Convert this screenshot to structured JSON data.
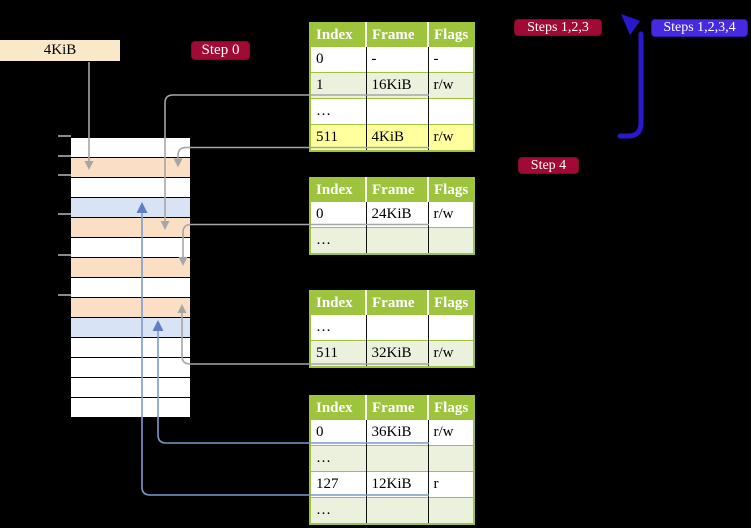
{
  "labels": {
    "frame_size": "4KiB"
  },
  "badges": {
    "step0": "Step 0",
    "steps123": "Steps 1,2,3",
    "steps1234": "Steps 1,2,3,4",
    "step4": "Step 4"
  },
  "tables": [
    {
      "headers": [
        "Index",
        "Frame",
        "Flags"
      ],
      "rows": [
        {
          "index": "0",
          "frame": "-",
          "flags": "-"
        },
        {
          "index": "1",
          "frame": "16KiB",
          "flags": "r/w"
        },
        {
          "index": "…",
          "frame": "",
          "flags": ""
        },
        {
          "index": "511",
          "frame": "4KiB",
          "flags": "r/w"
        }
      ]
    },
    {
      "headers": [
        "Index",
        "Frame",
        "Flags"
      ],
      "rows": [
        {
          "index": "0",
          "frame": "24KiB",
          "flags": "r/w"
        },
        {
          "index": "…",
          "frame": "",
          "flags": ""
        }
      ]
    },
    {
      "headers": [
        "Index",
        "Frame",
        "Flags"
      ],
      "rows": [
        {
          "index": "…",
          "frame": "",
          "flags": ""
        },
        {
          "index": "511",
          "frame": "32KiB",
          "flags": "r/w"
        }
      ]
    },
    {
      "headers": [
        "Index",
        "Frame",
        "Flags"
      ],
      "rows": [
        {
          "index": "0",
          "frame": "36KiB",
          "flags": "r/w"
        },
        {
          "index": "…",
          "frame": "",
          "flags": ""
        },
        {
          "index": "127",
          "frame": "12KiB",
          "flags": "r"
        },
        {
          "index": "…",
          "frame": "",
          "flags": ""
        }
      ]
    }
  ],
  "memory": {
    "rows": [
      "free",
      "page-table",
      "free",
      "mapped-page",
      "page-table",
      "free",
      "page-table",
      "free",
      "page-table",
      "mapped-page",
      "free",
      "free",
      "free",
      "free"
    ]
  },
  "colors": {
    "background": "#000000",
    "table_green": "#9EC43D",
    "table_row_alt": "#ECF1DE",
    "highlight_yellow": "#FFFF9E",
    "badge_red": "#A00A34",
    "badge_blue": "#4629E0",
    "thick_arrow_blue": "#2A18CC",
    "connector_gray": "#A6A6A6",
    "connector_blue": "#7D99CE",
    "memory_page_table_orange": "#FBDFC5",
    "memory_mapped_page_blue": "#D8E4F6",
    "frame_label_cream": "#FAE9C8"
  }
}
